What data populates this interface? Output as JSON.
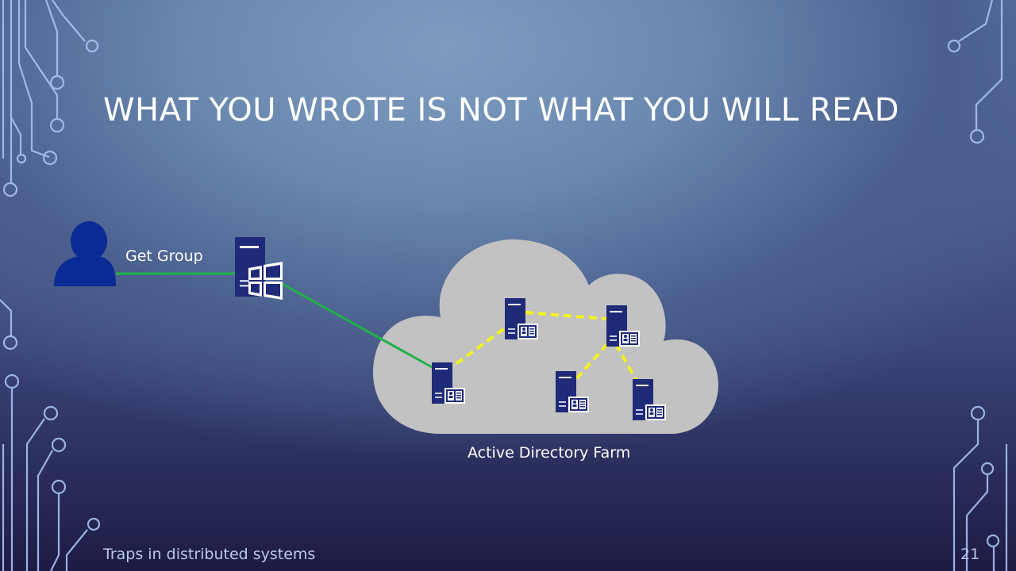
{
  "slide": {
    "title": "WHAT YOU WROTE IS NOT WHAT YOU WILL READ",
    "footer_text": "Traps in distributed systems",
    "page_number": "21"
  },
  "diagram": {
    "request_label": "Get Group",
    "cloud_label": "Active Directory Farm",
    "icons": [
      "user-icon",
      "windows-server-icon",
      "directory-server-icon"
    ],
    "colors": {
      "user": "#0a2a96",
      "server": "#1f2a78",
      "client_link": "#22b04a",
      "replication_link": "#f2f21e",
      "cloud": "#c2c2c2",
      "circuit": "#a8c0ef"
    }
  }
}
